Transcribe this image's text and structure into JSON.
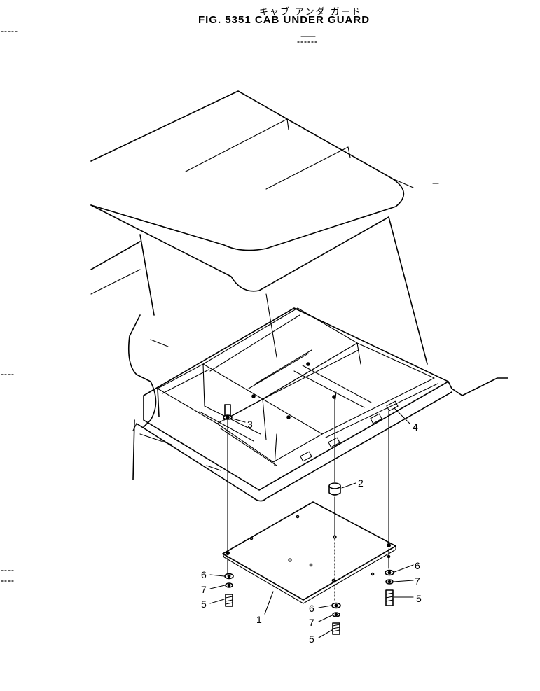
{
  "title": {
    "japanese": "キャブ アンダ ガード",
    "figure": "FIG. 5351  CAB UNDER GUARD"
  },
  "callouts": [
    {
      "id": "callout-1",
      "label": "1"
    },
    {
      "id": "callout-2",
      "label": "2"
    },
    {
      "id": "callout-3",
      "label": "3"
    },
    {
      "id": "callout-4",
      "label": "4"
    },
    {
      "id": "callout-5a",
      "label": "5"
    },
    {
      "id": "callout-5b",
      "label": "5"
    },
    {
      "id": "callout-5c",
      "label": "5"
    },
    {
      "id": "callout-6a",
      "label": "6"
    },
    {
      "id": "callout-6b",
      "label": "6"
    },
    {
      "id": "callout-6c",
      "label": "6"
    },
    {
      "id": "callout-7a",
      "label": "7"
    },
    {
      "id": "callout-7b",
      "label": "7"
    },
    {
      "id": "callout-7c",
      "label": "7"
    }
  ]
}
